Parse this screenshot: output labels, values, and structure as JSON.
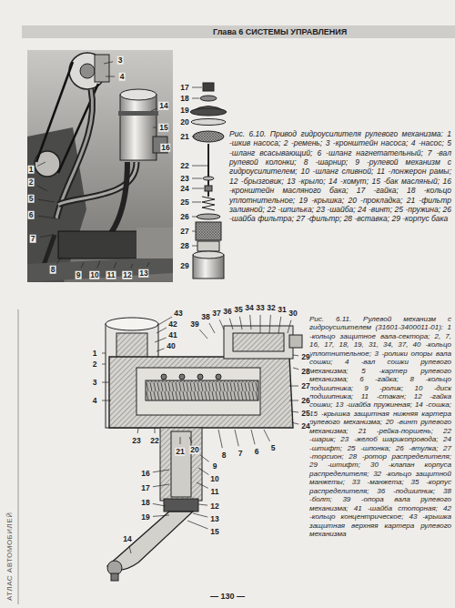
{
  "diagram": {
    "title": "Глава 6 СИСТЕМЫ УПРАВЛЕНИЯ",
    "labels": [
      "Рис. 6.10. Привод гидроусилителя рулевого механизма: 1 -шкив насоса; 2 -ремень; 3 -кронштейн насоса; 4 -насос; 5 -шланг всасывающий; 6 -шланг нагнетательный; 7 -вал рулевой колонки; 8 -шарнир; 9 -рулевой механизм с гидроусилителем; 10 -шланг сливной; 11 -лонжерон рамы; 12 -брызговик; 13 -крыло; 14 -хомут; 15 -бак масляный; 16 -кронштейн масляного бака; 17 -гайка; 18 -кольцо уплотнительное; 19 -крышка; 20 -прокладка; 21 -фильтр заливной; 22 -шпилька; 23 -шайба; 24 -винт; 25 -пружина; 26 -шайба фильтра; 27 -фильтр; 28 -вставка; 29 -корпус бака",
      "Рис. 6.11. Рулевой механизм с гидроусилителем (31601-3400011-01): 1 -кольцо защитное вала-сектора; 2, 7, 16, 17, 18, 19, 31, 34, 37, 40 -кольцо уплотнительное; 3 -ролики опоры вала сошки; 4 -вал сошки рулевого механизма; 5 -картер рулевого механизма; 6 -гайка; 8 -кольцо подшипника; 9 -ролик; 10 -диск подшипника; 11 -стакан; 12 -гайка сошки; 13 -шайба пружинная; 14 -сошка; 15 -крышка защитная нижняя картера рулевого механизма; 20 -винт рулевого механизма; 21 -рейка-поршень; 22 -шарик; 23 -желоб шарикопровода; 24 -штифт; 25 -шпонка; 26 -втулка; 27 -торсион; 28 -ротор распределителя; 29 -штифт; 30 -клапан корпуса распределителя; 32 -кольцо защитной манжеты; 33 -манжета; 35 -корпус распределителя; 36 -подшипник; 38 -болт; 39 -опора вала рулевого механизма; 41 -шайба стопорная; 42 -кольцо концентрическое; 43 -крышка защитная верхняя картера рулевого механизма",
      "АТЛАС АВТОМОБИЛЕЙ",
      "— 130 —",
      "1",
      "2",
      "3",
      "4",
      "5",
      "6",
      "7",
      "8",
      "9",
      "10",
      "11",
      "12",
      "13",
      "14",
      "15",
      "16",
      "17",
      "18",
      "19",
      "20",
      "21",
      "22",
      "23",
      "24",
      "25",
      "26",
      "27",
      "28",
      "29",
      "1",
      "2",
      "3",
      "4",
      "5",
      "6",
      "7",
      "8",
      "9",
      "10",
      "11",
      "12",
      "13",
      "14",
      "15",
      "16",
      "17",
      "18",
      "19",
      "20",
      "21",
      "22",
      "23",
      "24",
      "25",
      "26",
      "27",
      "28",
      "29",
      "30",
      "31",
      "32",
      "33",
      "34",
      "35",
      "36",
      "37",
      "38",
      "39",
      "40",
      "41",
      "42",
      "43"
    ]
  }
}
